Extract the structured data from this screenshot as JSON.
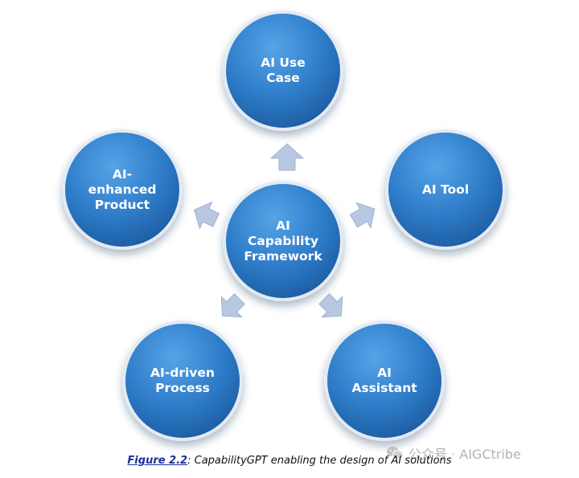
{
  "nodes": {
    "center": {
      "label": "AI\nCapability\nFramework"
    },
    "top": {
      "label": "AI Use\nCase"
    },
    "right": {
      "label": "AI Tool"
    },
    "bottom_right": {
      "label": "AI\nAssistant"
    },
    "bottom_left": {
      "label": "AI-driven\nProcess"
    },
    "left": {
      "label": "AI-\nenhanced\nProduct"
    }
  },
  "caption": {
    "figure_ref": "Figure 2.2",
    "text": ": CapabilityGPT enabling the design of AI solutions"
  },
  "watermark": {
    "text": "公众号 · AIGCtribe"
  },
  "colors": {
    "circle_fill": "#2f7dc9",
    "circle_border": "#e4eaf2",
    "arrow_fill": "#b7c8e0"
  }
}
